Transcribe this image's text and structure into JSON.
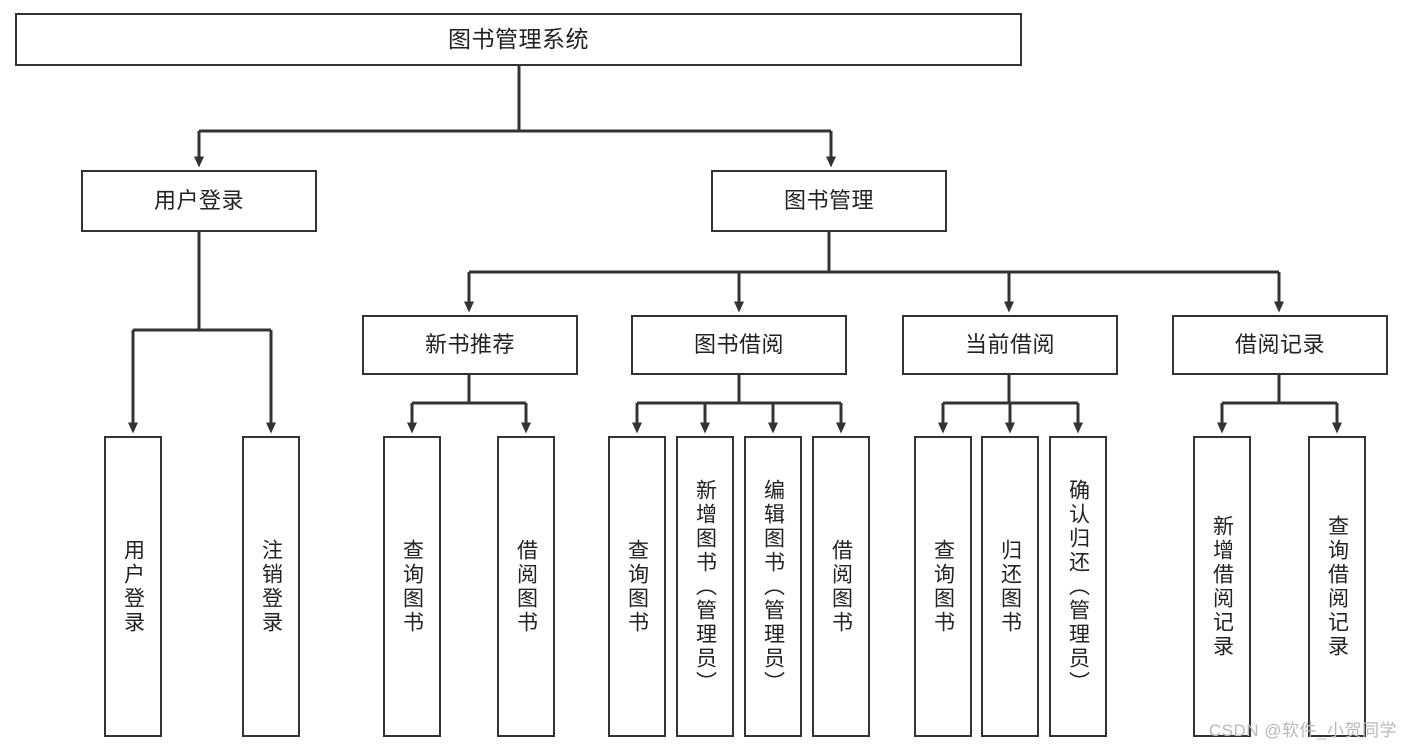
{
  "diagram": {
    "title": "图书管理系统",
    "colors": {
      "stroke": "#333333",
      "fill": "#ffffff",
      "text": "#222222",
      "watermark": "#b9b9b9",
      "background": "#ffffff"
    },
    "nodes": {
      "root": {
        "label": "图书管理系统"
      },
      "level1": [
        {
          "label": "用户登录"
        },
        {
          "label": "图书管理"
        }
      ],
      "level2": [
        {
          "label": "新书推荐"
        },
        {
          "label": "图书借阅"
        },
        {
          "label": "当前借阅"
        },
        {
          "label": "借阅记录"
        }
      ],
      "leaves": {
        "user_login": [
          {
            "label": "用户登录"
          },
          {
            "label": "注销登录"
          }
        ],
        "new_book": [
          {
            "label": "查询图书"
          },
          {
            "label": "借阅图书"
          }
        ],
        "book_borrow": [
          {
            "label": "查询图书"
          },
          {
            "label": "新增图书（管理员）"
          },
          {
            "label": "编辑图书（管理员）"
          },
          {
            "label": "借阅图书"
          }
        ],
        "current_borrow": [
          {
            "label": "查询图书"
          },
          {
            "label": "归还图书"
          },
          {
            "label": "确认归还（管理员）"
          }
        ],
        "borrow_record": [
          {
            "label": "新增借阅记录"
          },
          {
            "label": "查询借阅记录"
          }
        ]
      }
    },
    "watermark": "CSDN @软件_小贺同学"
  }
}
